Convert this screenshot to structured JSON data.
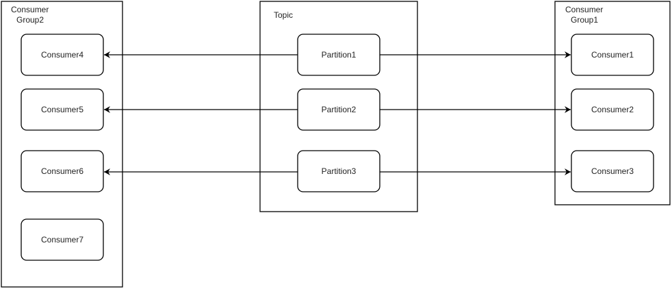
{
  "groups": {
    "group2": {
      "label_line1": "Consumer",
      "label_line2": "Group2"
    },
    "topic": {
      "label": "Topic"
    },
    "group1": {
      "label_line1": "Consumer",
      "label_line2": "Group1"
    }
  },
  "partitions": [
    "Partition1",
    "Partition2",
    "Partition3"
  ],
  "group2_consumers": [
    "Consumer4",
    "Consumer5",
    "Consumer6",
    "Consumer7"
  ],
  "group1_consumers": [
    "Consumer1",
    "Consumer2",
    "Consumer3"
  ],
  "colors": {
    "stroke": "#000000",
    "text": "#222222",
    "background": "#ffffff"
  }
}
